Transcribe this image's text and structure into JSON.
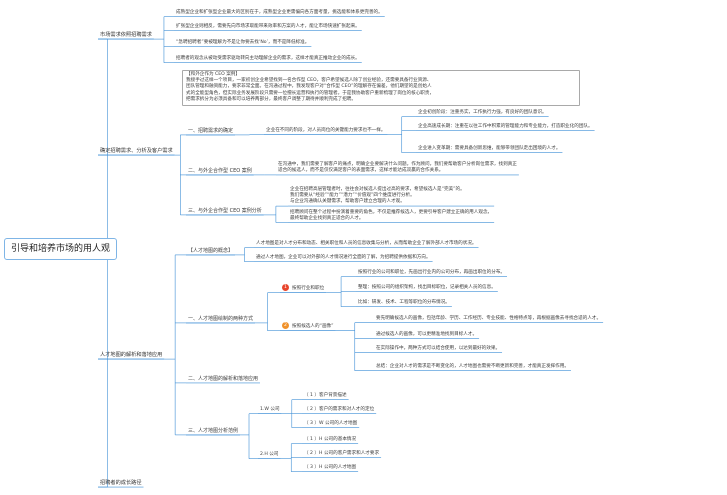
{
  "colors": {
    "line": "#3f8fd6",
    "root_border": "#7fb5e6",
    "badge_red": "#e8452c",
    "badge_orange": "#f0912a"
  },
  "root": {
    "label": "引导和培养市场的用人观"
  },
  "branches": {
    "b1": {
      "label": "市场需求依照招聘需求",
      "children": [
        "成熟型企业和扩张型企业最大的区别在于，成熟型企业更需偏向各方面考量，挑选能和体系更完善的。",
        "扩张型企业则相反，需要先向市场求取能带来效率和方案的人才，能让市场快速扩张起来。",
        "“急聘招聘者”要被理解为不是让你要去找‘No’，而不是降低标准。",
        "招聘者的观念从被动受需求驱动转向主动理解企业的需求，这样才能真正推动企业的成长。"
      ]
    },
    "b2": {
      "label": "确定招聘需求、分析及客户需求",
      "box_title": "【和外企作为 CEO 案例】",
      "box_lines": [
        "我接手过这样一个项目，一家初创企业希望找到一名合作型 CEO，客户希望候选人除了创业经验，还需要具备行业资源、",
        "团队管理和融资能力，要求非常全面。在沟通过程中，我发现客户对“合作型 CEO”的理解存在偏差，他们期望的是创始人",
        "式的全能型角色，但实际业务发展阶段只需要一位擅长运营和执行的管理者。于是我协助客户重新梳理了岗位的核心职责，",
        "把需求拆分为必须具备和可以培养两部分，最终客户调整了期待并顺利完成了招聘。"
      ],
      "sub": {
        "s1": {
          "label": "一、招聘需求的确定",
          "mid": "企业在不同的阶段，对人员岗位的关键能力要求也不一样。",
          "children": [
            "企业初创阶段：注重务实，工作执行力强，有良好的团队意识。",
            "企业高速成长期：注重在以往工作中积累的管理能力和专业能力，打造职业化的团队。",
            "企业进入变革期：需要具备创新思维，能够带领团队走出困境的人才。"
          ]
        },
        "s2": {
          "label": "二、与外企合作型 CEO 案例",
          "text_lines": [
            "在沟通中，我们需要了解客户的痛点，明确企业要解决什么问题。作为顾问，我们要帮助客户分析岗位需求，找到真正",
            "适合的候选人，而不是仅仅满足客户的表面需求，这样才能达成双赢的合作关系。"
          ]
        },
        "s3": {
          "label": "三、与外企合作型 CEO 案例分析",
          "text_lines": [
            "企业在招聘高层管理者时，往往会对候选人提出过高的要求，希望候选人是“完美”的。",
            "我们需要从“经验”“能力”“潜力”“价值观”四个维度进行分析。",
            "与企业沟通确认关键需求，帮助客户建立合理的人才观。",
            "招聘顾问在整个过程中扮演着重要的角色，不仅是推荐候选人，更要引导客户建立正确的用人观念，",
            "最终帮助企业找到真正适合的人才。"
          ]
        }
      }
    },
    "b3": {
      "label": "人才地图的解析和落地应用",
      "def": {
        "label": "【人才地图的概念】",
        "lines": [
          "人才地图是对人才分布和动态、相关职位和人员的信息收集与分析，从而帮助企业了解外部人才市场的状况。",
          "通过人才地图，企业可以对外部的人才情况进行全面的了解，为招聘提供依据和方向。"
        ]
      },
      "s1": {
        "label": "一、人才地图绘制的两种方式",
        "m1": {
          "badge": "1",
          "label": "按照行业和职位",
          "children": [
            "按照行业的公司和职位，先画出行业内的公司分布，再画出职位的分布。",
            "整理：按照公司的组织架构，找出目标职位，记录相关人员的信息。",
            "比如：研发、技术、工程等职位的分布情况。"
          ]
        },
        "m2": {
          "badge": "2",
          "label": "按照候选人的“画像”",
          "children": [
            "要先明确候选人的画像，包括年龄、学历、工作经历、专业技能、性格特点等，再根据画像去寻找合适的人才。",
            "通过候选人的画像，可以更精准地找到目标人才。",
            "在实际操作中，两种方式可以结合使用，以达到最好的效果。",
            "总结：企业对人才的需求是不断变化的，人才地图也需要不断更新和完善，才能真正发挥作用。"
          ]
        }
      },
      "s2": {
        "label": "二、人才地图的解析和落地应用"
      },
      "s3": {
        "label": "三、人才地图分析范例",
        "w": {
          "label": "1.W 公司",
          "children": [
            "（ 1 ）客户背景描述",
            "（ 2 ）客户的需求和对人才的定位",
            "（ 3 ）W 公司的人才地图"
          ]
        },
        "h": {
          "label": "2.H 公司",
          "children": [
            "（ 1 ）H 公司的基本情况",
            "（ 2 ）H 公司的客户需求和人才要求",
            "（ 3 ）H 公司的人才地图"
          ]
        }
      }
    },
    "b4": {
      "label": "招聘者的成长路径"
    }
  }
}
